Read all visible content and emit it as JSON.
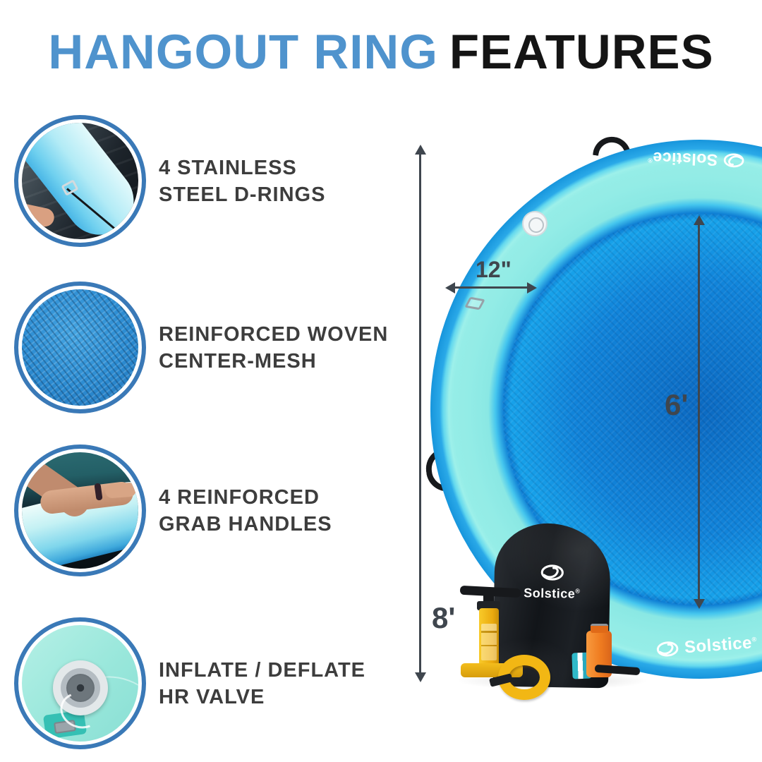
{
  "title": {
    "highlight": "HANGOUT RING",
    "rest": "FEATURES"
  },
  "features": [
    {
      "id": "d-rings",
      "lines": [
        "4 STAINLESS",
        "STEEL D-RINGS"
      ]
    },
    {
      "id": "mesh",
      "lines": [
        "REINFORCED WOVEN",
        "CENTER-MESH"
      ]
    },
    {
      "id": "handles",
      "lines": [
        "4 REINFORCED",
        "GRAB HANDLES"
      ]
    },
    {
      "id": "valve",
      "lines": [
        "INFLATE / DEFLATE",
        "HR VALVE"
      ]
    }
  ],
  "dimensions": {
    "tube_width": "12\"",
    "inner_diameter": "6'",
    "outer_diameter": "8'"
  },
  "brand": {
    "name": "Solstice",
    "reg": "®"
  },
  "colors": {
    "accent_blue": "#4f93cd",
    "circle_border": "#3a79b7",
    "ring_aqua": "#93ece6",
    "ring_edge_blue": "#29a7e6",
    "mesh_blue": "#1288e0",
    "arrow": "#3f464e"
  }
}
